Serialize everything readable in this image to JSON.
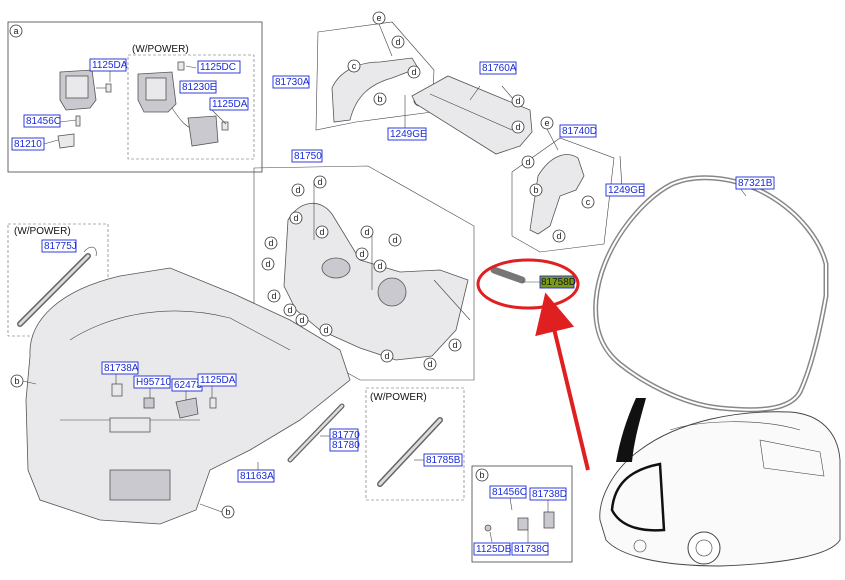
{
  "sections": {
    "a_label": "a",
    "b_label": "b",
    "power_note": "(W/POWER)"
  },
  "refs": {
    "c": "c",
    "d": "d",
    "e": "e",
    "b": "b"
  },
  "parts": {
    "p1125DA_1": "1125DA",
    "p1125DC": "1125DC",
    "p81230E": "81230E",
    "p1125DA_2": "1125DA",
    "p81456C_a": "81456C",
    "p81210": "81210",
    "p81730A": "81730A",
    "p81760A": "81760A",
    "p1249GE_1": "1249GE",
    "p81740D": "81740D",
    "p1249GE_2": "1249GE",
    "p81750": "81750",
    "p87321B": "87321B",
    "p81775J": "81775J",
    "p81758D": "81758D",
    "p81738A": "81738A",
    "pH95710": "H95710",
    "p62473": "62473",
    "p1125DA_3": "1125DA",
    "p81770": "81770",
    "p81780": "81780",
    "p81163A": "81163A",
    "p81785B": "81785B",
    "p81456C_b": "81456C",
    "p81738D": "81738D",
    "p1125DB": "1125DB",
    "p81738C": "81738C"
  },
  "colors": {
    "label_border": "#1a2bd8",
    "highlight_fill": "#7a9a1a",
    "callout_red": "#e02020"
  }
}
